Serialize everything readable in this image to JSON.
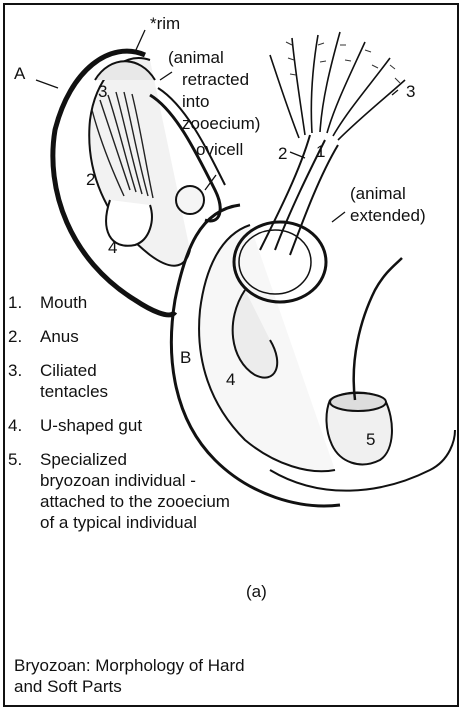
{
  "callouts": {
    "A": "A",
    "B": "B",
    "rim": "*rim",
    "retracted": [
      "(animal",
      "retracted",
      "into",
      "zooecium)"
    ],
    "ovicell": "ovicell",
    "extended": [
      "(animal",
      "extended)"
    ],
    "numbers_on_figure": {
      "n3_left": "3",
      "n2_left": "2",
      "n4_left": "4",
      "n3_right": "3",
      "n2_right": "2",
      "n1_right": "1",
      "n4_gut": "4",
      "n5": "5"
    }
  },
  "legend": [
    {
      "num": "1.",
      "lines": [
        "Mouth"
      ]
    },
    {
      "num": "2.",
      "lines": [
        "Anus"
      ]
    },
    {
      "num": "3.",
      "lines": [
        "Ciliated",
        "tentacles"
      ]
    },
    {
      "num": "4.",
      "lines": [
        "U-shaped gut"
      ]
    },
    {
      "num": "5.",
      "lines": [
        "Specialized",
        "bryozoan individual -",
        "attached to the zooecium",
        "of a typical individual"
      ]
    }
  ],
  "panel_label": "(a)",
  "caption": [
    "Bryozoan: Morphology of Hard",
    "and Soft Parts"
  ]
}
